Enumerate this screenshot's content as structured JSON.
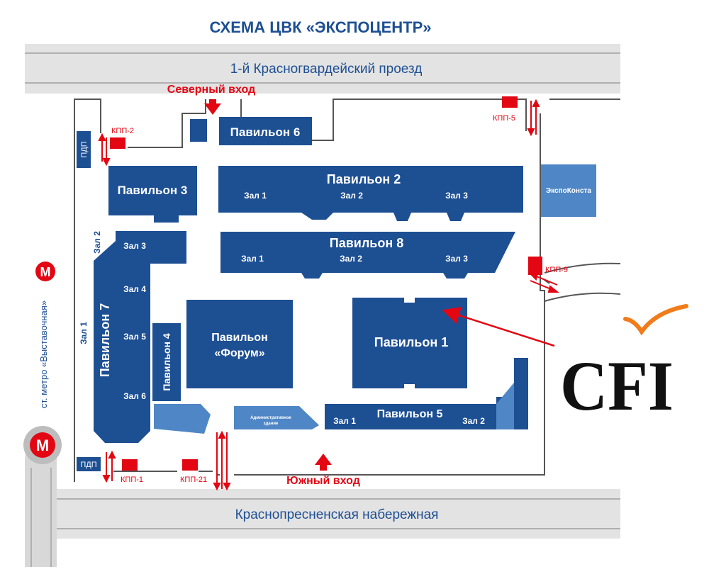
{
  "title": "СХЕМА ЦВК «ЭКСПОЦЕНТР»",
  "roads": {
    "north": "1-й Красногвардейский проезд",
    "south": "Краснопресненская набережная"
  },
  "entrances": {
    "north": "Северный вход",
    "south": "Южный вход"
  },
  "metro": {
    "label": "ст. метро «Выставочная»",
    "symbol": "М"
  },
  "checkpoints": {
    "kpp1": "КПП-1",
    "kpp2": "КПП-2",
    "kpp5": "КПП-5",
    "kpp9": "КПП-9",
    "kpp21": "КПП-21",
    "pdp_top": "ПДП",
    "pdp_bottom": "ПДП"
  },
  "pavilions": {
    "p1": "Павильон 1",
    "p2": "Павильон 2",
    "p3": "Павильон 3",
    "p4": "Павильон 4",
    "p5": "Павильон 5",
    "p6": "Павильон 6",
    "p7": "Павильон 7",
    "p8": "Павильон 8",
    "forum_line1": "Павильон",
    "forum_line2": "«Форум»",
    "expokonsta": "ЭкспоКонста",
    "admin_line1": "Административное",
    "admin_line2": "здание"
  },
  "halls": {
    "p2": [
      "Зал 1",
      "Зал 2",
      "Зал 3"
    ],
    "p8": [
      "Зал 1",
      "Зал 2",
      "Зал 3"
    ],
    "p7": [
      "Зал 1",
      "Зал 2",
      "Зал 3",
      "Зал 4",
      "Зал 5",
      "Зал 6"
    ],
    "p5": [
      "Зал 1",
      "Зал 2"
    ]
  },
  "logo": {
    "text": "CFI"
  },
  "colors": {
    "pavilion": "#1d4f93",
    "pavilion_light": "#4f86c6",
    "title": "#1d4f93",
    "road": "#e3e3e3",
    "road_text": "#1d4f93",
    "checkpoint": "#e30613",
    "pointer": "#e30613",
    "logo_check": "#f07d1a"
  }
}
